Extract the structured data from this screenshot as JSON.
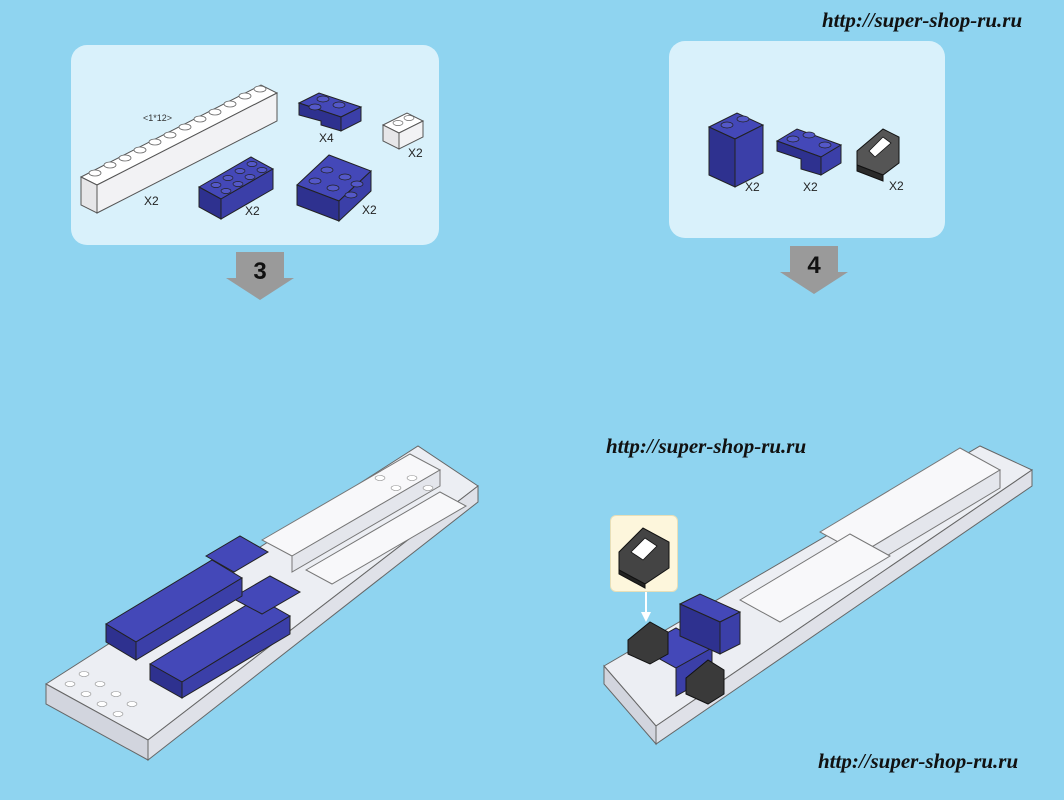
{
  "watermarks": {
    "top_right": "http://super-shop-ru.ru",
    "middle": "http://super-shop-ru.ru",
    "bottom_right": "http://super-shop-ru.ru"
  },
  "step3": {
    "number": "3",
    "parts": {
      "long_brick_size": "<1*12>",
      "long_brick_qty": "X2",
      "corner_brick_qty": "X4",
      "white_small_qty": "X2",
      "blue_2x4_qty": "X2",
      "blue_2x3_qty": "X2"
    }
  },
  "step4": {
    "number": "4",
    "parts": {
      "blue_tall_qty": "X2",
      "blue_corner_qty": "X2",
      "dark_slope_qty": "X2"
    }
  },
  "colors": {
    "background": "#8fd4f0",
    "panel": "#d9f1fb",
    "brick_blue": "#3b3fa8",
    "brick_white": "#f2f2f4",
    "brick_dark": "#3a3a3a",
    "arrow_grey": "#9a9a9a"
  },
  "icons": [
    "arrow-down-icon",
    "lego-brick-icon"
  ]
}
